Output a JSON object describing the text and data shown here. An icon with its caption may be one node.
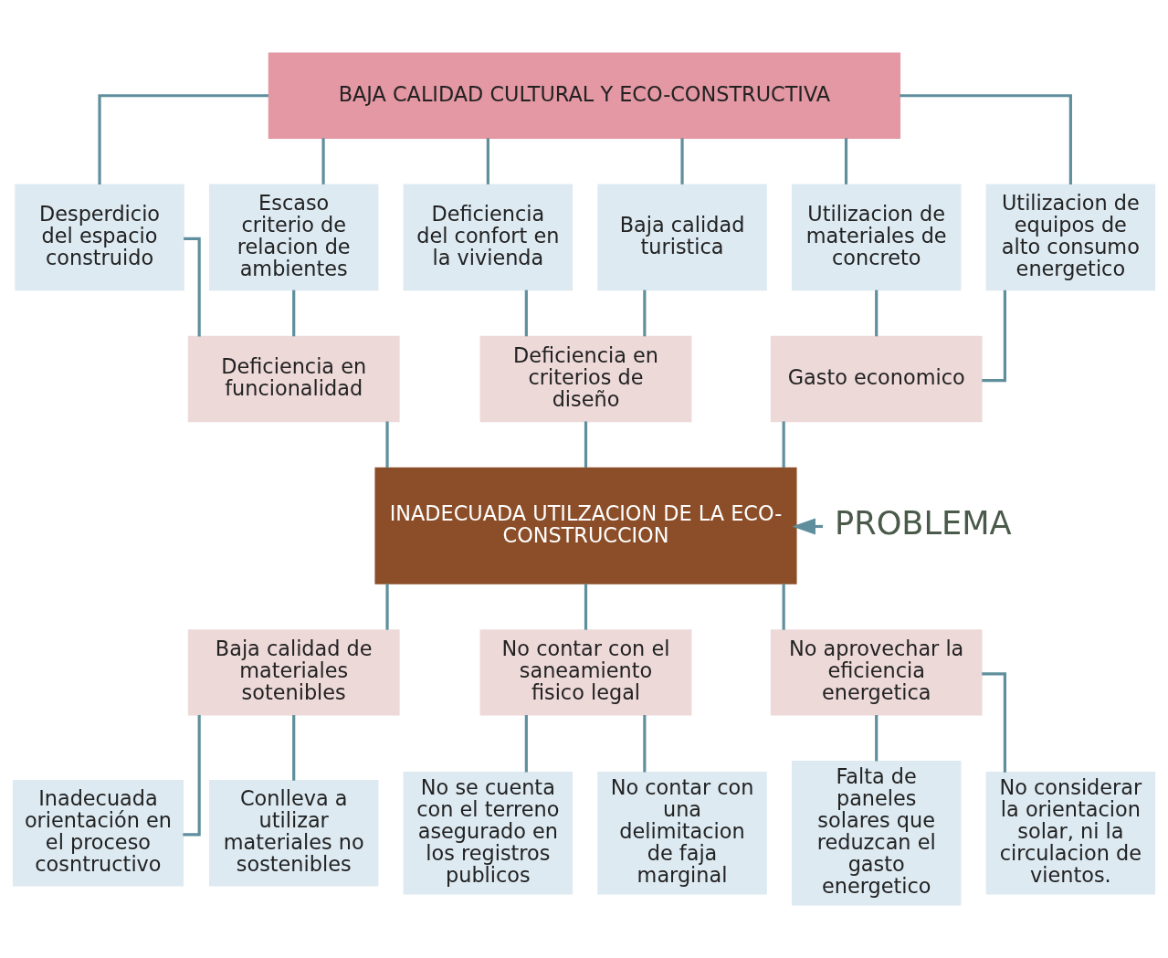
{
  "diagram": {
    "nodes": [
      {
        "text": [
          "BAJA CALIDAD CULTURAL Y ECO-CONSTRUCTIVA"
        ]
      },
      {
        "text": [
          "Desperdicio del espacio construido"
        ]
      },
      {
        "text": [
          "Escaso criterio de relacion de ambientes"
        ]
      },
      {
        "text": [
          "Deficiencia del confort en la vivienda"
        ]
      },
      {
        "text": [
          "Baja calidad turistica"
        ]
      },
      {
        "text": [
          "Utilizacion de materiales de concreto"
        ]
      },
      {
        "text": [
          "Utilizacion de equipos de alto consumo energetico"
        ]
      },
      {
        "text": [
          "Deficiencia en funcionalidad"
        ]
      },
      {
        "text": [
          "Deficiencia en criterios de diseño"
        ]
      },
      {
        "text": [
          "Gasto economico"
        ]
      },
      {
        "text": [
          "INADECUADA UTILZACION DE LA ECO-CONSTRUCCION"
        ]
      },
      {
        "text": [
          "PROBLEMA"
        ]
      },
      {
        "text": [
          "Baja calidad de materiales sotenibles"
        ]
      },
      {
        "text": [
          "No contar con el saneamiento fisico legal"
        ]
      },
      {
        "text": [
          "No aprovechar la eficiencia energetica"
        ]
      },
      {
        "text": [
          "Inadecuada orientación en el proceso cosntructivo"
        ]
      },
      {
        "text": [
          "Conlleva a utilizar materiales no sostenibles"
        ]
      },
      {
        "text": [
          "No se cuenta con el terreno asegurado en los registros publicos"
        ]
      },
      {
        "text": [
          "No contar con una delimitacion de faja marginal"
        ]
      },
      {
        "text": [
          "Falta de paneles solares que reduzcan el gasto energetico"
        ]
      },
      {
        "text": [
          "No considerar la orientacion solar, ni la circulacion de vientos."
        ]
      }
    ],
    "edges": [
      {
        "from": 0,
        "to": 1,
        "arrow": "none"
      },
      {
        "from": 0,
        "to": 2,
        "arrow": "none"
      },
      {
        "from": 0,
        "to": 3,
        "arrow": "none"
      },
      {
        "from": 0,
        "to": 4,
        "arrow": "none"
      },
      {
        "from": 0,
        "to": 5,
        "arrow": "none"
      },
      {
        "from": 0,
        "to": 6,
        "arrow": "none"
      },
      {
        "from": 1,
        "to": 7,
        "arrow": "none"
      },
      {
        "from": 2,
        "to": 7,
        "arrow": "none"
      },
      {
        "from": 3,
        "to": 8,
        "arrow": "none"
      },
      {
        "from": 4,
        "to": 8,
        "arrow": "none"
      },
      {
        "from": 5,
        "to": 9,
        "arrow": "none"
      },
      {
        "from": 6,
        "to": 9,
        "arrow": "none"
      },
      {
        "from": 7,
        "to": 10,
        "arrow": "none"
      },
      {
        "from": 8,
        "to": 10,
        "arrow": "none"
      },
      {
        "from": 9,
        "to": 10,
        "arrow": "none"
      },
      {
        "from": 11,
        "to": 10,
        "arrow": "to"
      },
      {
        "from": 10,
        "to": 12,
        "arrow": "none"
      },
      {
        "from": 10,
        "to": 13,
        "arrow": "none"
      },
      {
        "from": 10,
        "to": 14,
        "arrow": "none"
      },
      {
        "from": 12,
        "to": 15,
        "arrow": "none"
      },
      {
        "from": 12,
        "to": 16,
        "arrow": "none"
      },
      {
        "from": 13,
        "to": 17,
        "arrow": "none"
      },
      {
        "from": 13,
        "to": 18,
        "arrow": "none"
      },
      {
        "from": 14,
        "to": 19,
        "arrow": "none"
      },
      {
        "from": 14,
        "to": 20,
        "arrow": "none"
      }
    ]
  }
}
